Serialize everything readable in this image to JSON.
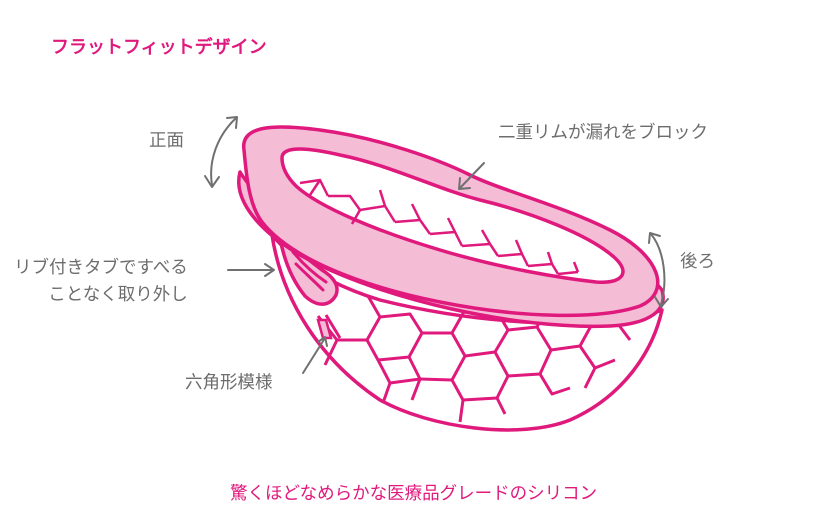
{
  "title": "フラットフィットデザイン",
  "labels": {
    "front": "正面",
    "double_rim": "二重リムが漏れをブロック",
    "tab_line1": "リブ付きタブですべる",
    "tab_line2": "ことなく取り外し",
    "back": "後ろ",
    "hexagon": "六角形模様"
  },
  "footer": "驚くほどなめらかな医療品グレードのシリコン",
  "colors": {
    "accent": "#e0197d",
    "rim_fill": "#f5bcd6",
    "label_text": "#6d6d6d",
    "arrow": "#707070"
  }
}
